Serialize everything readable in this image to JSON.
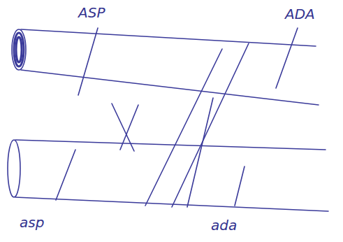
{
  "diagram": {
    "labels": [
      "ASP",
      "ADA",
      "asp",
      "ada"
    ]
  }
}
